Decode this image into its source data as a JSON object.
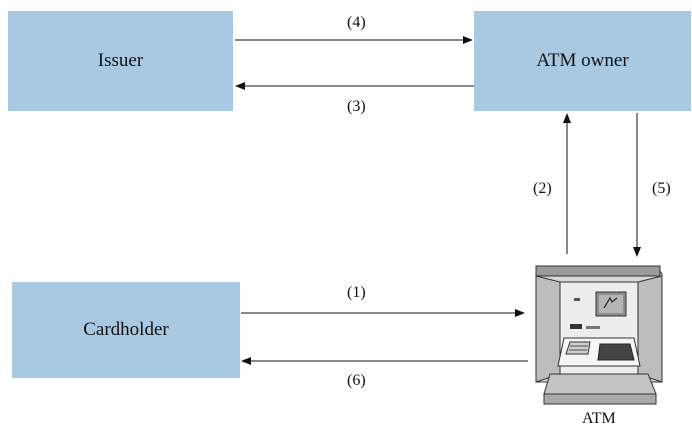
{
  "nodes": {
    "issuer": "Issuer",
    "atm_owner": "ATM owner",
    "cardholder": "Cardholder",
    "atm": "ATM"
  },
  "edges": {
    "e1": "(1)",
    "e2": "(2)",
    "e3": "(3)",
    "e4": "(4)",
    "e5": "(5)",
    "e6": "(6)"
  },
  "colors": {
    "box_fill": "#a9c9e2",
    "line": "#111111"
  }
}
